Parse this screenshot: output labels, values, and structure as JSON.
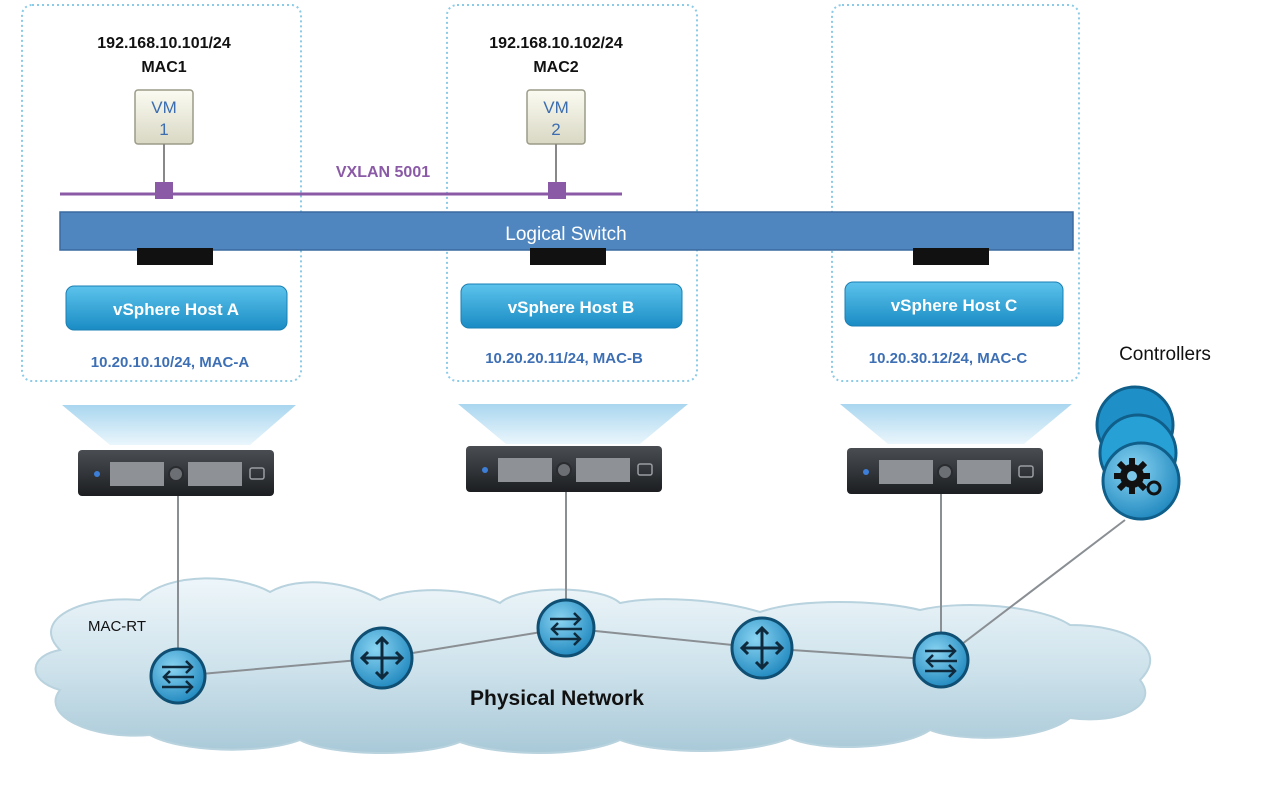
{
  "vms": [
    {
      "ip": "192.168.10.101/24",
      "mac": "MAC1",
      "label_line1": "VM",
      "label_line2": "1"
    },
    {
      "ip": "192.168.10.102/24",
      "mac": "MAC2",
      "label_line1": "VM",
      "label_line2": "2"
    }
  ],
  "vxlan_label": "VXLAN 5001",
  "logical_switch_label": "Logical Switch",
  "hosts": [
    {
      "name": "vSphere Host A",
      "address": "10.20.10.10/24, MAC-A"
    },
    {
      "name": "vSphere Host B",
      "address": "10.20.20.11/24, MAC-B"
    },
    {
      "name": "vSphere Host C",
      "address": "10.20.30.12/24, MAC-C"
    }
  ],
  "controllers_label": "Controllers",
  "mac_rt_label": "MAC-RT",
  "physical_network_label": "Physical Network",
  "colors": {
    "host_box_border": "#8ccbe8",
    "vxlan": "#8a5aa6",
    "logical_switch": "#4f86c0",
    "host_button": "#2aa3d6",
    "address_text": "#3d6fb5",
    "cloud": "#cfe3ec",
    "network_node": "#2f9fd4"
  }
}
